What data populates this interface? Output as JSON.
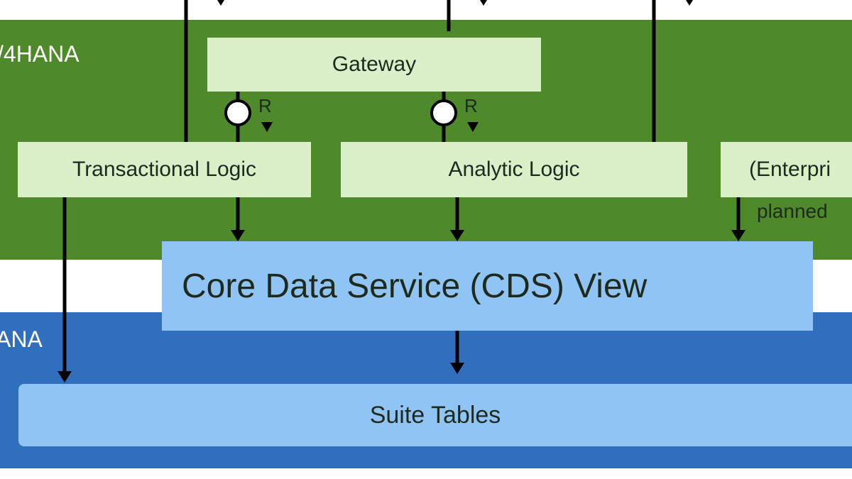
{
  "diagram": {
    "layers": {
      "s4_label": "/4HANA",
      "hana_label": "ANA"
    },
    "boxes": {
      "gateway": "Gateway",
      "transactional_logic": "Transactional Logic",
      "analytic_logic": "Analytic Logic",
      "enterprise": "(Enterpri",
      "cds_view": "Core Data Service (CDS) View",
      "suite_tables": "Suite Tables"
    },
    "annotations": {
      "r_left": "R",
      "r_right": "R",
      "planned": "planned"
    },
    "colors": {
      "s4_layer": "#4f8a2a",
      "hana_layer": "#2f6fbd",
      "light_green_box": "#d9f0c8",
      "light_blue_box": "#90c4f4"
    }
  }
}
